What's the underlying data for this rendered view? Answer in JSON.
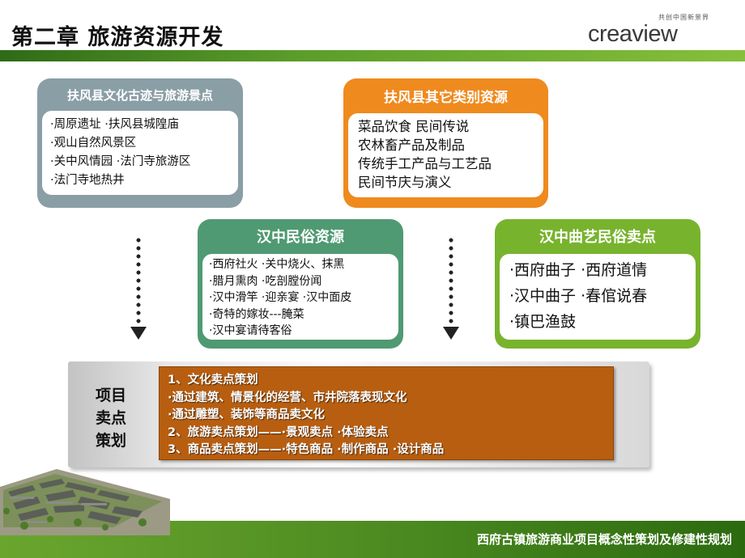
{
  "header": {
    "title": "第二章  旅游资源开发",
    "logo_tagline": "共创中国新景界",
    "logo_word": "creaview"
  },
  "panels": {
    "culture": {
      "title": "扶风县文化古迹与旅游景点",
      "lines": [
        "·周原遗址    ·扶风县城隍庙",
        "·观山自然风景区",
        "·关中风情园  ·法门寺旅游区",
        "·法门寺地热井"
      ]
    },
    "other": {
      "title": "扶风县其它类别资源",
      "lines": [
        "菜品饮食    民间传说",
        "农林畜产品及制品",
        "传统手工产品与工艺品",
        "民间节庆与演义"
      ]
    },
    "folk": {
      "title": "汉中民俗资源",
      "lines": [
        "·西府社火  ·关中烧火、抹黑",
        "·腊月熏肉  ·吃剖膛份闻",
        "·汉中滑竿  ·迎亲宴  ·汉中面皮",
        "·奇特的嫁妆---腌菜",
        "·汉中宴请待客俗"
      ]
    },
    "opera": {
      "title": "汉中曲艺民俗卖点",
      "lines": [
        "·西府曲子  ·西府道情",
        "·汉中曲子  ·春倌说春",
        "·镇巴渔鼓"
      ]
    }
  },
  "plan": {
    "label_lines": [
      "项目",
      "卖点",
      "策划"
    ],
    "lines": [
      "1、文化卖点策划",
      "·通过建筑、情景化的经营、市井院落表现文化",
      "·通过雕塑、装饰等商品卖文化",
      "2、旅游卖点策划——·景观卖点  ·体验卖点",
      "3、商品卖点策划——·特色商品  ·制作商品  ·设计商品"
    ]
  },
  "footer": {
    "text": "西府古镇旅游商业项目概念性策划及修建性规划"
  },
  "colors": {
    "culture": "#8a9ea6",
    "other": "#ef8a1e",
    "folk": "#4f9a72",
    "opera": "#78b32e",
    "plan_content": "#b85e10",
    "footer": "#4e8c22"
  }
}
